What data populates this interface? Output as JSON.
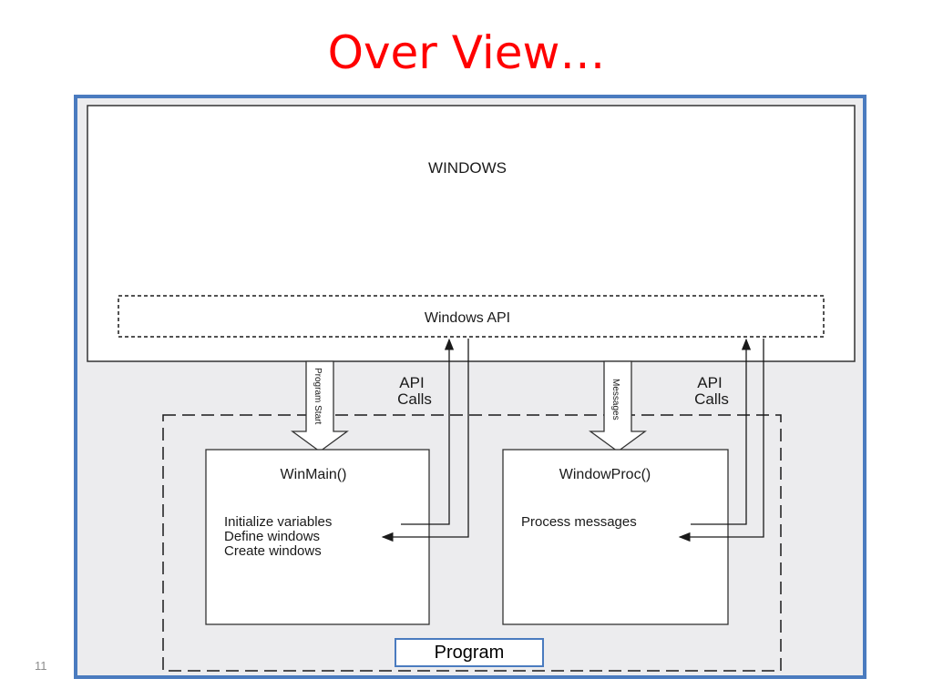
{
  "slide": {
    "title": "Over View…",
    "page_number": "11"
  },
  "diagram": {
    "windows_label": "WINDOWS",
    "api_layer_label": "Windows API",
    "left_flow": {
      "arrow_label": "Program Start",
      "calls_label_1": "API",
      "calls_label_2": "Calls"
    },
    "right_flow": {
      "arrow_label": "Messages",
      "calls_label_1": "API",
      "calls_label_2": "Calls"
    },
    "winmain": {
      "title": "WinMain()",
      "lines": [
        "Initialize variables",
        "Define windows",
        "Create windows"
      ]
    },
    "windowproc": {
      "title": "WindowProc()",
      "lines": [
        "Process messages"
      ]
    },
    "program_label": "Program"
  },
  "colors": {
    "title": "#ff0000",
    "frame_border": "#4a7bbf",
    "panel_bg": "#ececee"
  }
}
